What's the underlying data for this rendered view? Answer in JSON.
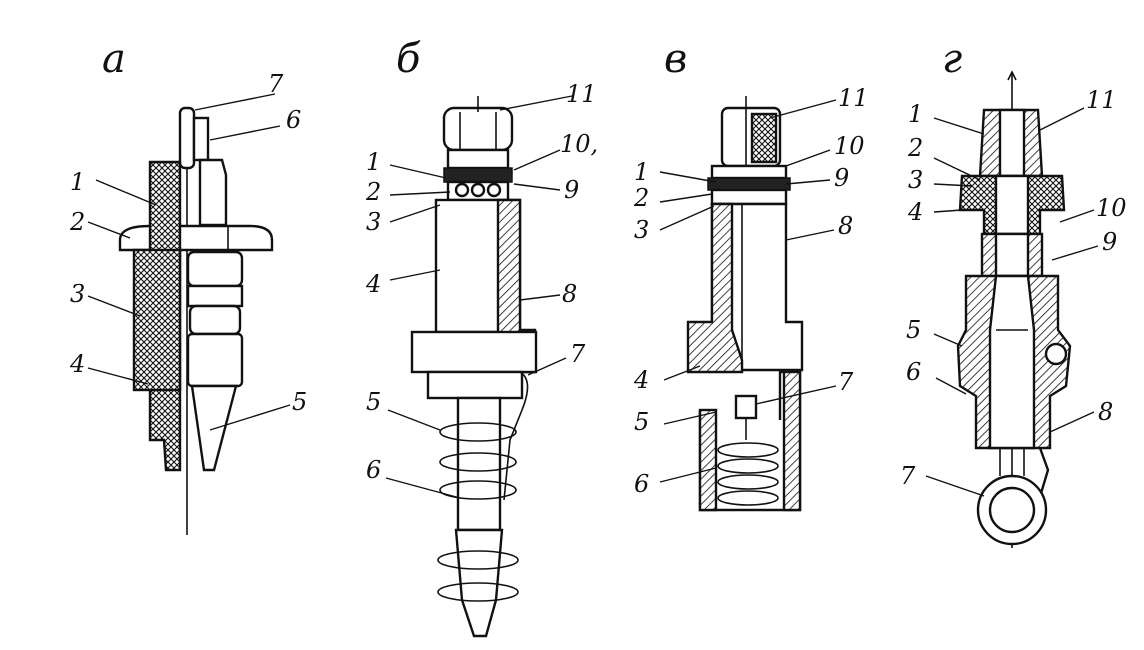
{
  "figure": {
    "panels": [
      {
        "id": "a",
        "letter": "а",
        "callouts": [
          "7",
          "6",
          "1",
          "2",
          "3",
          "4",
          "5"
        ]
      },
      {
        "id": "b",
        "letter": "б",
        "callouts": [
          "11",
          "10,",
          "1",
          "2",
          "9",
          "3",
          "4",
          "8",
          "7",
          "5",
          "6"
        ]
      },
      {
        "id": "v",
        "letter": "в",
        "callouts": [
          "11",
          "10",
          "1",
          "9",
          "2",
          "3",
          "8",
          "4",
          "7",
          "5",
          "6"
        ]
      },
      {
        "id": "g",
        "letter": "г",
        "callouts": [
          "1",
          "11",
          "2",
          "3",
          "4",
          "10",
          "9",
          "5",
          "6",
          "8",
          "7"
        ]
      }
    ]
  }
}
